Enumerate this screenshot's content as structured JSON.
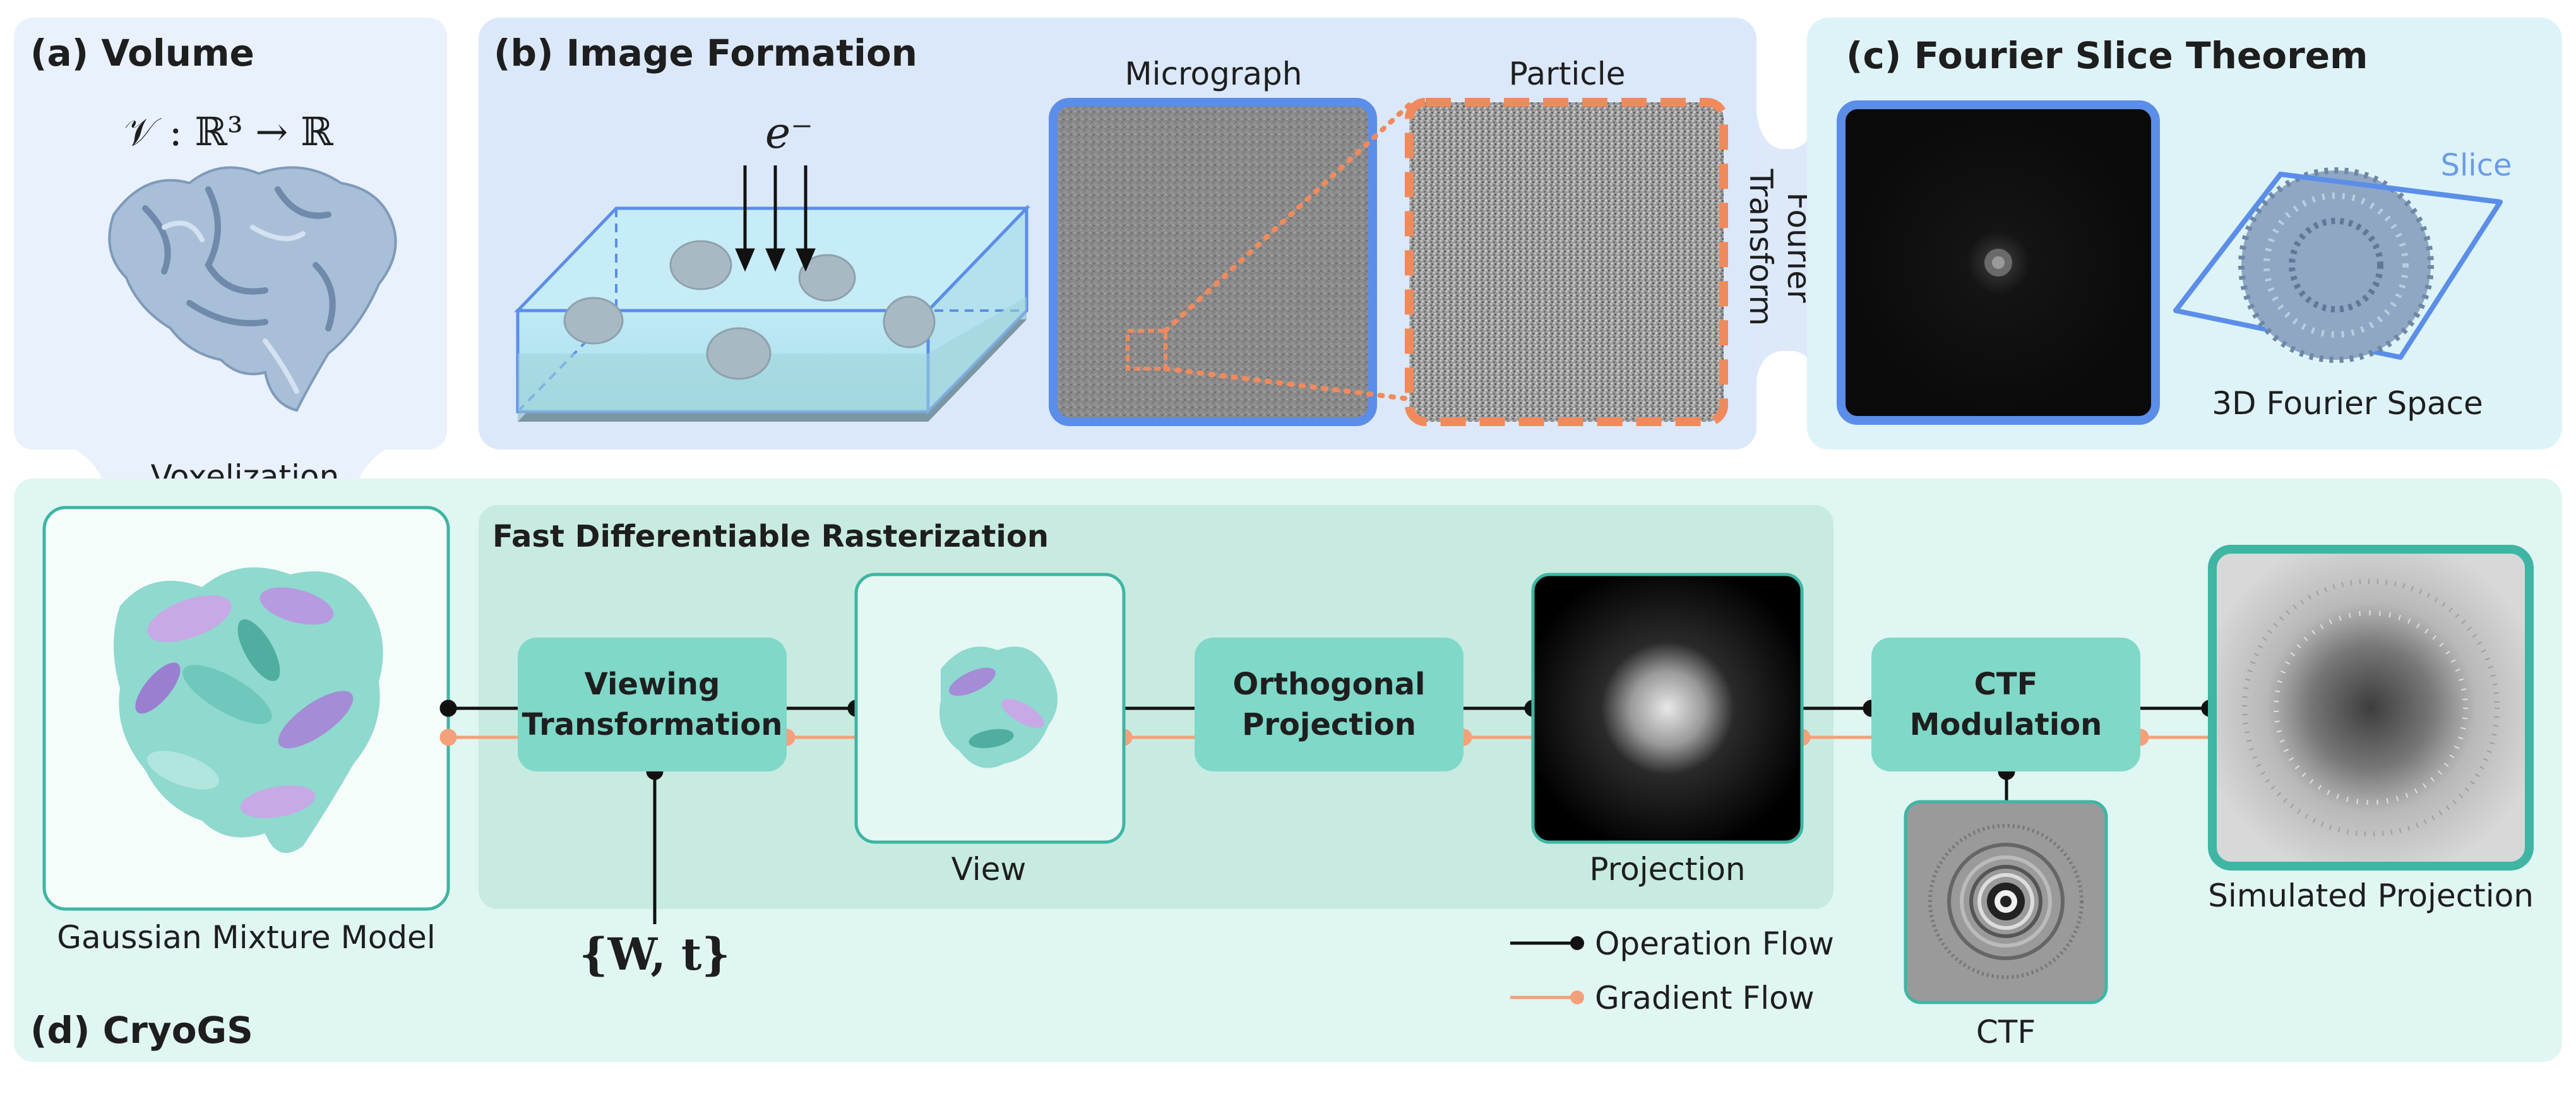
{
  "panels": {
    "a": {
      "title": "(a) Volume",
      "formula": "𝒱 : ℝ³ → ℝ",
      "connector_label": "Voxelization"
    },
    "b": {
      "title": "(b) Image Formation",
      "electron": "e⁻",
      "micrograph_label": "Micrograph",
      "particle_label": "Particle"
    },
    "bc_link": {
      "line1": "Fourier",
      "line2": "Transform"
    },
    "c": {
      "title": "(c) Fourier Slice Theorem",
      "slice_label": "Slice",
      "space_label": "3D Fourier Space"
    },
    "d": {
      "title": "(d) CryoGS",
      "gmm_label": "Gaussian Mixture Model",
      "raster_title": "Fast  Differentiable Rasterization",
      "viewing_line1": "Viewing",
      "viewing_line2": "Transformation",
      "params": "{W, t}",
      "view_label": "View",
      "ortho_line1": "Orthogonal",
      "ortho_line2": "Projection",
      "projection_label": "Projection",
      "ctf_line1": "CTF",
      "ctf_line2": "Modulation",
      "ctf_label": "CTF",
      "simulated_label": "Simulated Projection",
      "legend_operation": "Operation Flow",
      "legend_gradient": "Gradient Flow"
    }
  },
  "colors": {
    "panel_a": "#e8f1fc",
    "panel_b": "#dbe8fa",
    "panel_c": "#ddf3f8",
    "panel_d": "#e0f6f2",
    "raster_bg": "#c8ebe1",
    "op_box": "#7fd8c8",
    "frame_blue": "#5b8ee8",
    "frame_orange": "#f08a5d",
    "teal_border": "#3fb5a3",
    "operation_flow": "#111111",
    "gradient_flow": "#f4a07a",
    "slice_text": "#6b9be8"
  }
}
